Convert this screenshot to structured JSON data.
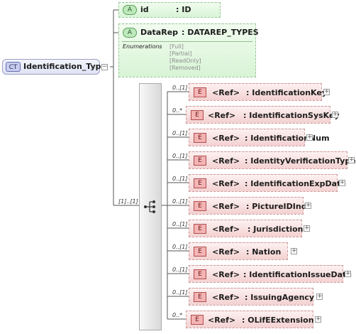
{
  "complex_type": {
    "badge": "CT",
    "name": "Identification_Type"
  },
  "attributes": [
    {
      "badge": "A",
      "name": "id",
      "type": ": ID"
    },
    {
      "badge": "A",
      "name": "DataRep",
      "type": ": DATAREP_TYPES",
      "enumerations_label": "Enumerations",
      "enumerations": [
        "[Full]",
        "[Partial]",
        "[ReadOnly]",
        "[Removed]"
      ]
    }
  ],
  "sequence": {
    "multiplicity": "[1]..[1]"
  },
  "elements": [
    {
      "badge": "E",
      "ref": "<Ref>",
      "name": ": IdentificationKey",
      "multiplicity": "0..[1]"
    },
    {
      "badge": "E",
      "ref": "<Ref>",
      "name": ": IdentificationSysKey",
      "multiplicity": "0..*"
    },
    {
      "badge": "E",
      "ref": "<Ref>",
      "name": ": IdentificationNum",
      "multiplicity": "0..[1]"
    },
    {
      "badge": "E",
      "ref": "<Ref>",
      "name": ": IdentityVerificationType",
      "multiplicity": "0..[1]"
    },
    {
      "badge": "E",
      "ref": "<Ref>",
      "name": ": IdentificationExpDate",
      "multiplicity": "0..[1]"
    },
    {
      "badge": "E",
      "ref": "<Ref>",
      "name": ": PictureIDInd",
      "multiplicity": "0..[1]"
    },
    {
      "badge": "E",
      "ref": "<Ref>",
      "name": ": Jurisdiction",
      "multiplicity": "0..[1]"
    },
    {
      "badge": "E",
      "ref": "<Ref>",
      "name": ": Nation",
      "multiplicity": "0..[1]"
    },
    {
      "badge": "E",
      "ref": "<Ref>",
      "name": ": IdentificationIssueDate",
      "multiplicity": "0..[1]"
    },
    {
      "badge": "E",
      "ref": "<Ref>",
      "name": ": IssuingAgency",
      "multiplicity": "0..[1]"
    },
    {
      "badge": "E",
      "ref": "<Ref>",
      "name": ": OLifEExtension",
      "multiplicity": "0..*"
    }
  ]
}
